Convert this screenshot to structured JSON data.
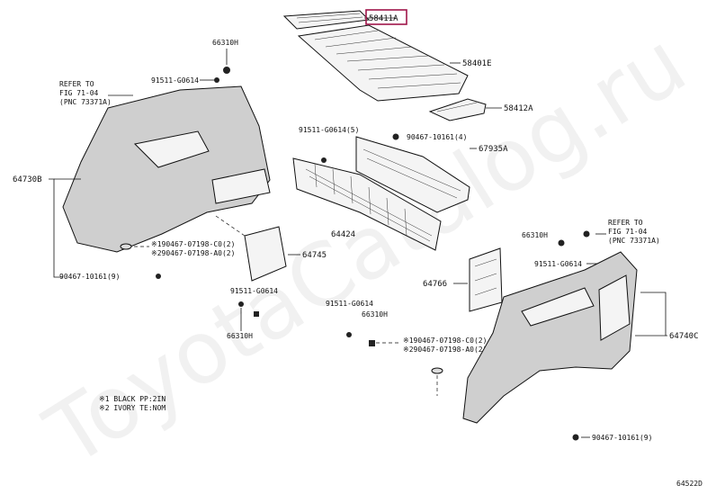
{
  "watermark": "ToyotaCatalog.ru",
  "diagram_id": "64522D",
  "highlighted_part": "58411A",
  "callouts": {
    "p58411A": "58411A",
    "p58401E": "58401E",
    "p58412A": "58412A",
    "p67935A": "67935A",
    "p64424": "64424",
    "p64730B": "64730B",
    "p64740C": "64740C",
    "p64745": "64745",
    "p64766": "64766",
    "clip_66310H_top": "66310H",
    "clip_66310H_left": "66310H",
    "clip_66310H_mid": "66310H",
    "clip_66310H_right": "66310H",
    "screw_91511_top": "91511-G0614",
    "screw_91511_5": "91511-G0614(5)",
    "screw_91511_left": "91511-G0614",
    "screw_91511_mid": "91511-G0614",
    "screw_91511_right": "91511-G0614",
    "clip_90467_10161_4": "90467-10161(4)",
    "clip_90467_10161_9_left": "90467-10161(9)",
    "clip_90467_10161_9_right": "90467-10161(9)",
    "clip_left_cd": "※190467-07198-C0(2)",
    "clip_left_a0": "※290467-07198-A0(2)",
    "clip_mid_cd": "※190467-07198-C0(2)",
    "clip_mid_a0": "※290467-07198-A0(2)"
  },
  "refer_left": {
    "line1": "REFER TO",
    "line2": "FIG 71-04",
    "line3": "(PNC 73371A)"
  },
  "refer_right": {
    "line1": "REFER TO",
    "line2": "FIG 71-04",
    "line3": "(PNC 73371A)"
  },
  "legend": {
    "note1": "※1 BLACK PP:2IN",
    "note2": "※2 IVORY TE:NOM"
  }
}
